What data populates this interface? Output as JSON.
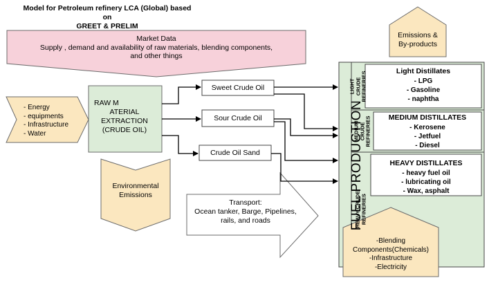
{
  "title": {
    "line1": "Model for Petroleum refinery LCA (Global) based on",
    "line2": "GREET & PRELIM"
  },
  "market": {
    "line1": "Market Data",
    "line2": "Supply , demand and availability of raw materials, blending components, and other things"
  },
  "emissions_top": {
    "line1": "Emissions &",
    "line2": "By-products"
  },
  "inputs": [
    "- Energy",
    "- equipments",
    "- Infrastructure",
    "- Water"
  ],
  "raw_material": {
    "line1": "RAW M",
    "line2": "ATERIAL",
    "line3": "EXTRACTION",
    "line4": "(CRUDE OIL)"
  },
  "crude_types": [
    "Sweet Crude Oil",
    "Sour Crude Oil",
    "Crude Oil Sand"
  ],
  "environmental": {
    "line1": "Environmental",
    "line2": "Emissions"
  },
  "transport": {
    "line1": "Transport:",
    "line2": "Ocean tanker, Barge, Pipelines,",
    "line3": "rails, and roads"
  },
  "fuel_production": "FUEL PRODUCTION",
  "refineries": [
    {
      "label_line1": "LIGHT",
      "label_line2": "CRUDE",
      "label_line3": "REFINERIES",
      "heading": "Light Distillates",
      "items": [
        "- LPG",
        "- Gasoline",
        "- naphtha"
      ]
    },
    {
      "label_line1": "MEDIUM",
      "label_line2": "CRUDE",
      "label_line3": "REFINERIES",
      "heading": "MEDIUM DISTILLATES",
      "items": [
        "- Kerosene",
        "- Jetfuel",
        "- Diesel"
      ]
    },
    {
      "label_line1": "HEAVY CRUDE",
      "label_line2": "REFINERIES",
      "label_line3": "",
      "heading": "HEAVY DISTILLATES",
      "items": [
        "- heavy fuel oil",
        "- lubricating oil",
        "- Wax, asphalt"
      ]
    }
  ],
  "blending": {
    "line1": "-Blending",
    "line2": "Components(Chemicals)",
    "line3": "-Infrastructure",
    "line4": "-Electricity"
  },
  "colors": {
    "pink": "#f7d1da",
    "yellow": "#fbe7bf",
    "green": "#dcecd8",
    "stroke": "#6b6b6b"
  }
}
